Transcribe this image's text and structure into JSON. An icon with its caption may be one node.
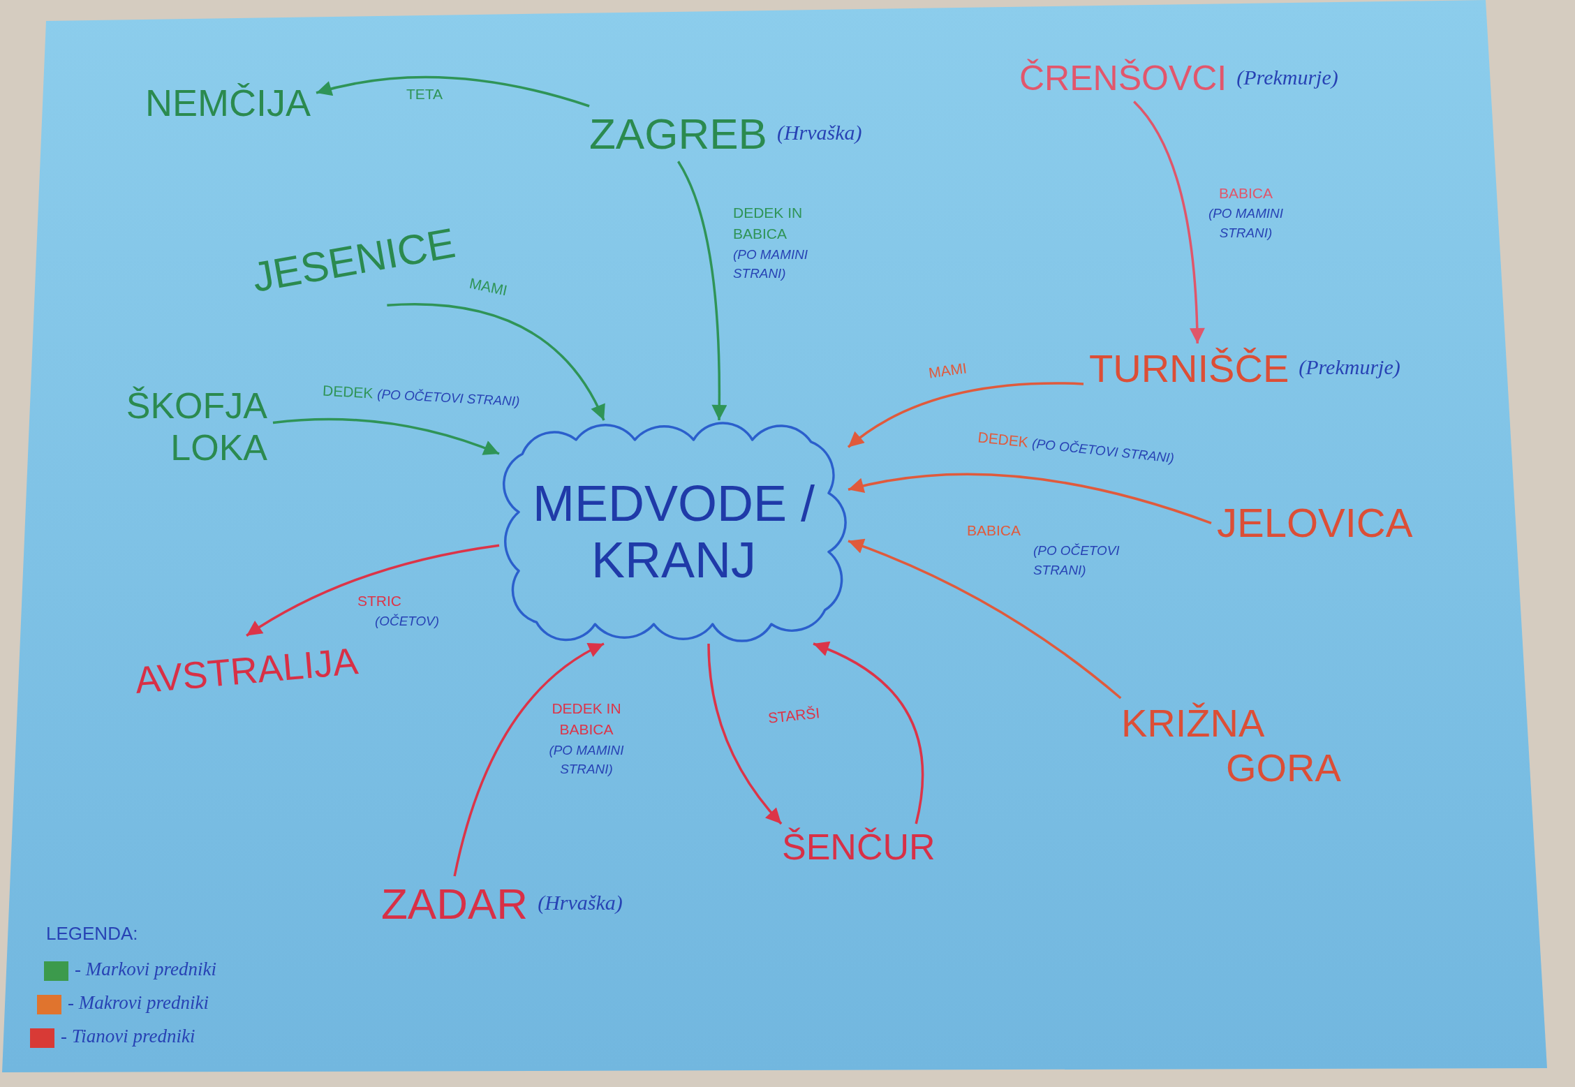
{
  "diagram": {
    "nodes": [
      {
        "text": [
          "NEMČIJA"
        ]
      },
      {
        "text": [
          "ZAGREB"
        ],
        "beside": [
          "(Hrvaška)"
        ]
      },
      {
        "text": [
          "ČRENŠOVCI"
        ],
        "beside": [
          "(Prekmurje)"
        ]
      },
      {
        "text": [
          "JESENICE"
        ]
      },
      {
        "text": [
          "TURNIŠČE"
        ],
        "beside": [
          "(Prekmurje)"
        ]
      },
      {
        "text": [
          "ŠKOFJA LOKA"
        ]
      },
      {
        "text": [
          "MEDVODE / KRANJ"
        ]
      },
      {
        "text": [
          "JELOVICA"
        ]
      },
      {
        "text": [
          "AVSTRALIJA"
        ]
      },
      {
        "text": [
          "KRIŽNA GORA"
        ]
      },
      {
        "text": [
          "ŠENČUR"
        ]
      },
      {
        "text": [
          "ZADAR"
        ],
        "beside": [
          "(Hrvaška)"
        ]
      }
    ],
    "edges": [
      {
        "from": 1,
        "to": 0,
        "arrow": "to",
        "label": "TETA",
        "color": "#2f9457"
      },
      {
        "from": 1,
        "to": 6,
        "arrow": "to",
        "label": "DEDEK IN BABICA *(PO MAMINI STRANI)*",
        "color": "#2f9457"
      },
      {
        "from": 3,
        "to": 6,
        "arrow": "to",
        "label": "MAMI",
        "color": "#2f9457"
      },
      {
        "from": 5,
        "to": 6,
        "arrow": "to",
        "label": "DEDEK *(PO OČETOVI STRANI)*",
        "color": "#2f9457"
      },
      {
        "from": 2,
        "to": 4,
        "arrow": "to",
        "label": "BABICA *(PO MAMINI STRANI)*",
        "color": "#e0566a"
      },
      {
        "from": 4,
        "to": 6,
        "arrow": "to",
        "label": "MAMI",
        "color": "#e05a3c"
      },
      {
        "from": 7,
        "to": 6,
        "arrow": "to",
        "label": "DEDEK *(PO OČETOVI STRANI)*",
        "color": "#e05a3c"
      },
      {
        "from": 9,
        "to": 6,
        "arrow": "to",
        "label": "BABICA *(PO OČETOVI STRANI)*",
        "color": "#e05a3c"
      },
      {
        "from": 6,
        "to": 8,
        "arrow": "to",
        "label": "STRIC *(OČETOV)*",
        "color": "#dc3448"
      },
      {
        "from": 11,
        "to": 6,
        "arrow": "to",
        "label": "DEDEK IN BABICA *(PO MAMINI STRANI)*",
        "color": "#dc3448"
      },
      {
        "from": 6,
        "to": 10,
        "arrow": "to",
        "label": "STARŠI",
        "color": "#dc3448"
      },
      {
        "from": 10,
        "to": 6,
        "arrow": "to",
        "color": "#dc3448"
      }
    ],
    "labels": [
      "LEGENDA:"
    ],
    "legend": [
      {
        "text": "- Markovi predniki",
        "color": "#3c9a4c"
      },
      {
        "text": "- Makrovi predniki",
        "color": "#e0742e"
      },
      {
        "text": "- Tianovi predniki",
        "color": "#d83a36"
      }
    ]
  }
}
